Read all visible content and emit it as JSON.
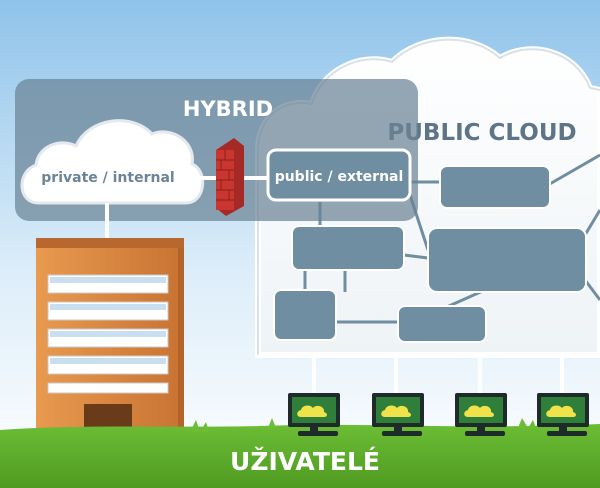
{
  "hybrid": {
    "title": "HYBRID"
  },
  "public_cloud": {
    "title": "PUBLIC CLOUD"
  },
  "private_cloud": {
    "label": "private / internal"
  },
  "public_node": {
    "label": "public / external"
  },
  "users": {
    "label": "UŽIVATELÉ"
  },
  "colors": {
    "sky_top": "#8fc3ea",
    "grass": "#5aa42a",
    "node": "#6f8ea2",
    "node_border": "#ffffff",
    "hybrid_band": "#6b8496",
    "building": "#d9853f",
    "firewall": "#c8362f",
    "title_text": "#5d7587",
    "monitor_screen": "#2f7f3a",
    "monitor_cloud": "#f0e24a"
  },
  "icons": [
    "firewall-icon",
    "building-icon",
    "monitor-icon"
  ]
}
